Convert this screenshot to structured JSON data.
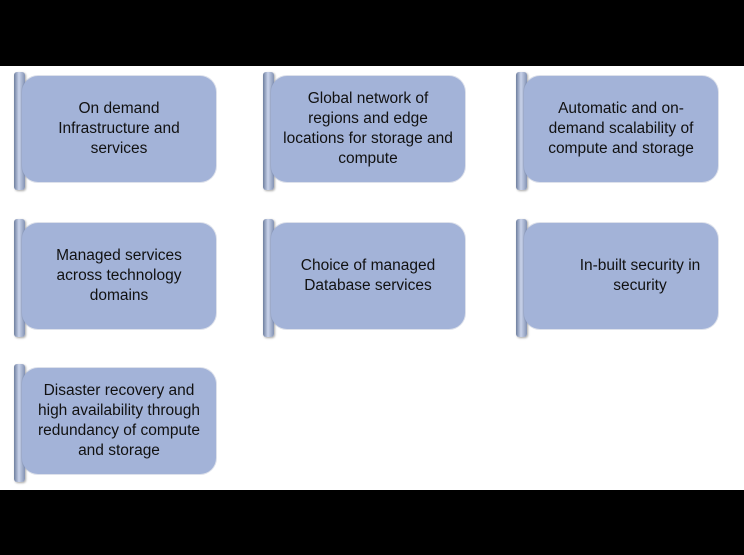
{
  "cards": [
    {
      "text": "On demand Infrastructure and services"
    },
    {
      "text": "Global network of regions and edge locations for storage and compute"
    },
    {
      "text": "Automatic and on-demand scalability of compute and storage"
    },
    {
      "text": "Managed services across technology domains"
    },
    {
      "text": "Choice of managed Database services"
    },
    {
      "text": "In-built security in security"
    },
    {
      "text": "Disaster recovery and high availability through redundancy of compute and storage"
    }
  ]
}
